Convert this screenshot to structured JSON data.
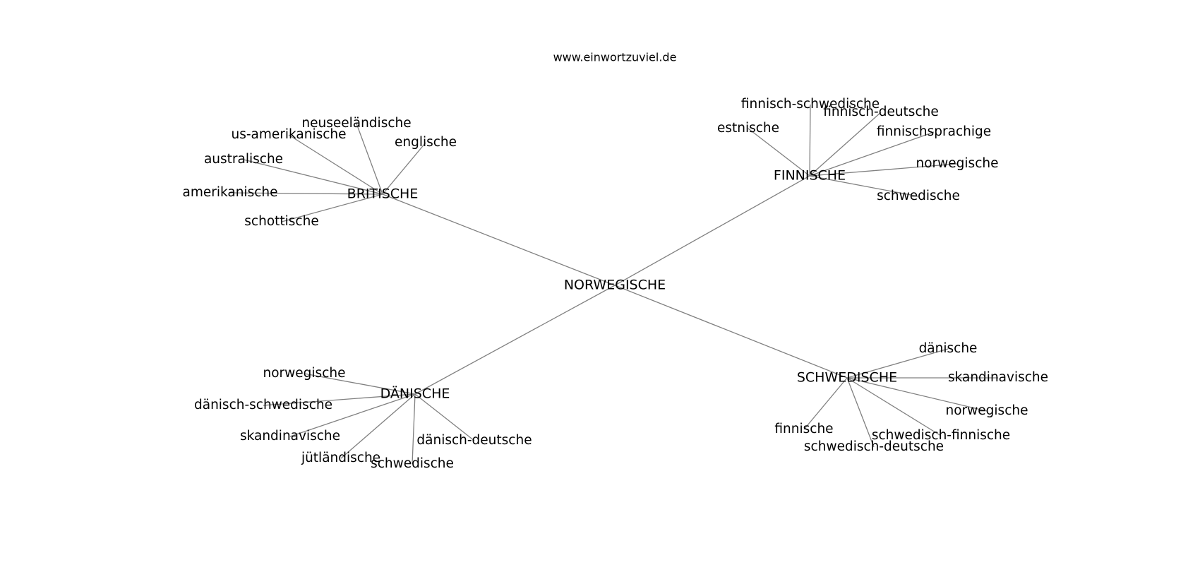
{
  "source": "www.einwortzuviel.de",
  "center": "NORWEGISCHE",
  "clusters": [
    {
      "label": "BRITISCHE",
      "leaves": [
        "neuseeländische",
        "us-amerikanische",
        "englische",
        "australische",
        "amerikanische",
        "schottische"
      ]
    },
    {
      "label": "FINNISCHE",
      "leaves": [
        "finnisch-schwedische",
        "finnisch-deutsche",
        "estnische",
        "finnischsprachige",
        "norwegische",
        "schwedische"
      ]
    },
    {
      "label": "DÄNISCHE",
      "leaves": [
        "norwegische",
        "dänisch-schwedische",
        "skandinavische",
        "dänisch-deutsche",
        "jütländische",
        "schwedische"
      ]
    },
    {
      "label": "SCHWEDISCHE",
      "leaves": [
        "dänische",
        "skandinavische",
        "norwegische",
        "finnische",
        "schwedisch-finnische",
        "schwedisch-deutsche"
      ]
    }
  ]
}
